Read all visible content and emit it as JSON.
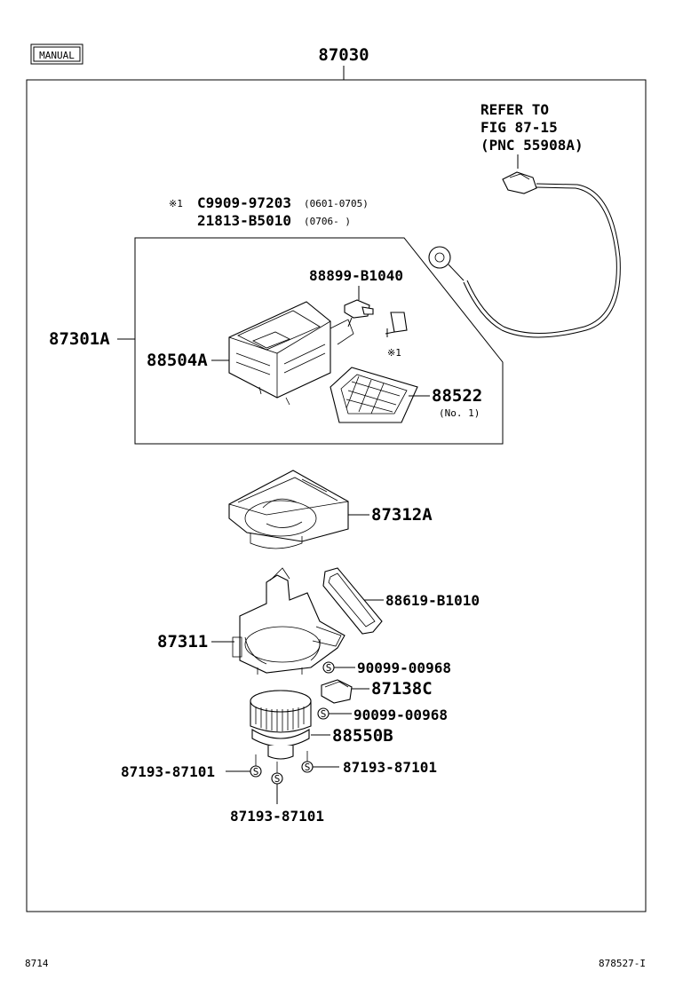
{
  "header": {
    "manual_badge": "MANUAL",
    "assembly_number": "87030"
  },
  "refer": {
    "line1": "REFER TO",
    "line2": "FIG 87-15",
    "line3": "(PNC 55908A)"
  },
  "note": {
    "mark": "※1",
    "part1": "C9909-97203",
    "date1": "(0601-0705)",
    "part2": "21813-B5010",
    "date2": "(0706-     )"
  },
  "callouts": {
    "p88899": "88899-B1040",
    "p87301A": "87301A",
    "p88504A": "88504A",
    "mark1": "※1",
    "p88522": "88522",
    "p88522_sub": "(No. 1)",
    "p87312A": "87312A",
    "p88619": "88619-B1010",
    "p87311": "87311",
    "p90099_a": "90099-00968",
    "p87138C": "87138C",
    "p90099_b": "90099-00968",
    "p88550B": "88550B",
    "p87193_left": "87193-87101",
    "p87193_right": "87193-87101",
    "p87193_bottom": "87193-87101",
    "screw_symbol": "S"
  },
  "footer": {
    "left_code": "8714",
    "right_code": "878527-I"
  }
}
